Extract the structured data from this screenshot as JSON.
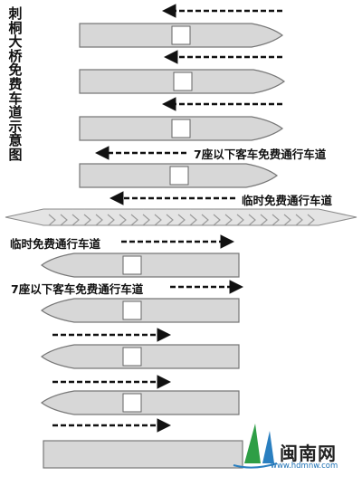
{
  "title": "刺桐大桥免费车道示意图",
  "lane_labels": {
    "car_free": "7座以下客车免费通行车道",
    "temp_free": "临时免费通行车道"
  },
  "logo": {
    "brand": "闽南网",
    "url": "www.hdmnw.com"
  },
  "colors": {
    "lane_fill": "#d7d7d7",
    "lane_stroke": "#777777",
    "arrow": "#111111",
    "booth": "#ffffff"
  }
}
